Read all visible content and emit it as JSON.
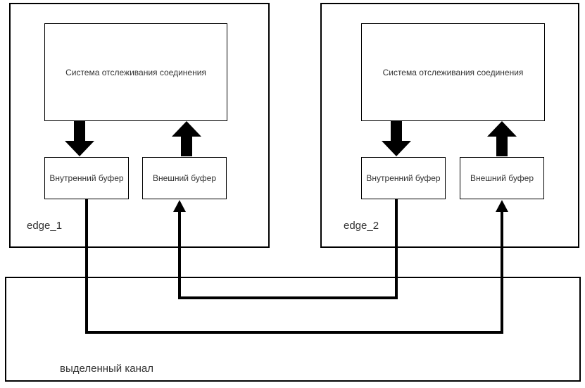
{
  "edge1": {
    "label": "edge_1",
    "tracking_system": "Система отслеживания соединения",
    "internal_buffer": "Внутренний буфер",
    "external_buffer": "Внешний буфер"
  },
  "edge2": {
    "label": "edge_2",
    "tracking_system": "Система отслеживания соединения",
    "internal_buffer": "Внутренний буфер",
    "external_buffer": "Внешний буфер"
  },
  "channel": {
    "label": "выделенный канал"
  },
  "connections": [
    {
      "from": "edge1 Система отслеживания соединения",
      "to": "edge1 Внутренний буфер",
      "style": "thick-arrow-down"
    },
    {
      "from": "edge1 Внешний буфер",
      "to": "edge1 Система отслеживания соединения",
      "style": "thick-arrow-up"
    },
    {
      "from": "edge2 Система отслеживания соединения",
      "to": "edge2 Внутренний буфер",
      "style": "thick-arrow-down"
    },
    {
      "from": "edge2 Внешний буфер",
      "to": "edge2 Система отслеживания соединения",
      "style": "thick-arrow-up"
    },
    {
      "from": "edge1 Внутренний буфер",
      "to": "edge2 Внешний буфер",
      "style": "thin-arrow-through-channel"
    },
    {
      "from": "edge2 Внутренний буфер",
      "to": "edge1 Внешний буфер",
      "style": "thin-arrow-through-channel"
    }
  ],
  "colors": {
    "line": "#000000",
    "text": "#333333",
    "background": "#ffffff"
  }
}
